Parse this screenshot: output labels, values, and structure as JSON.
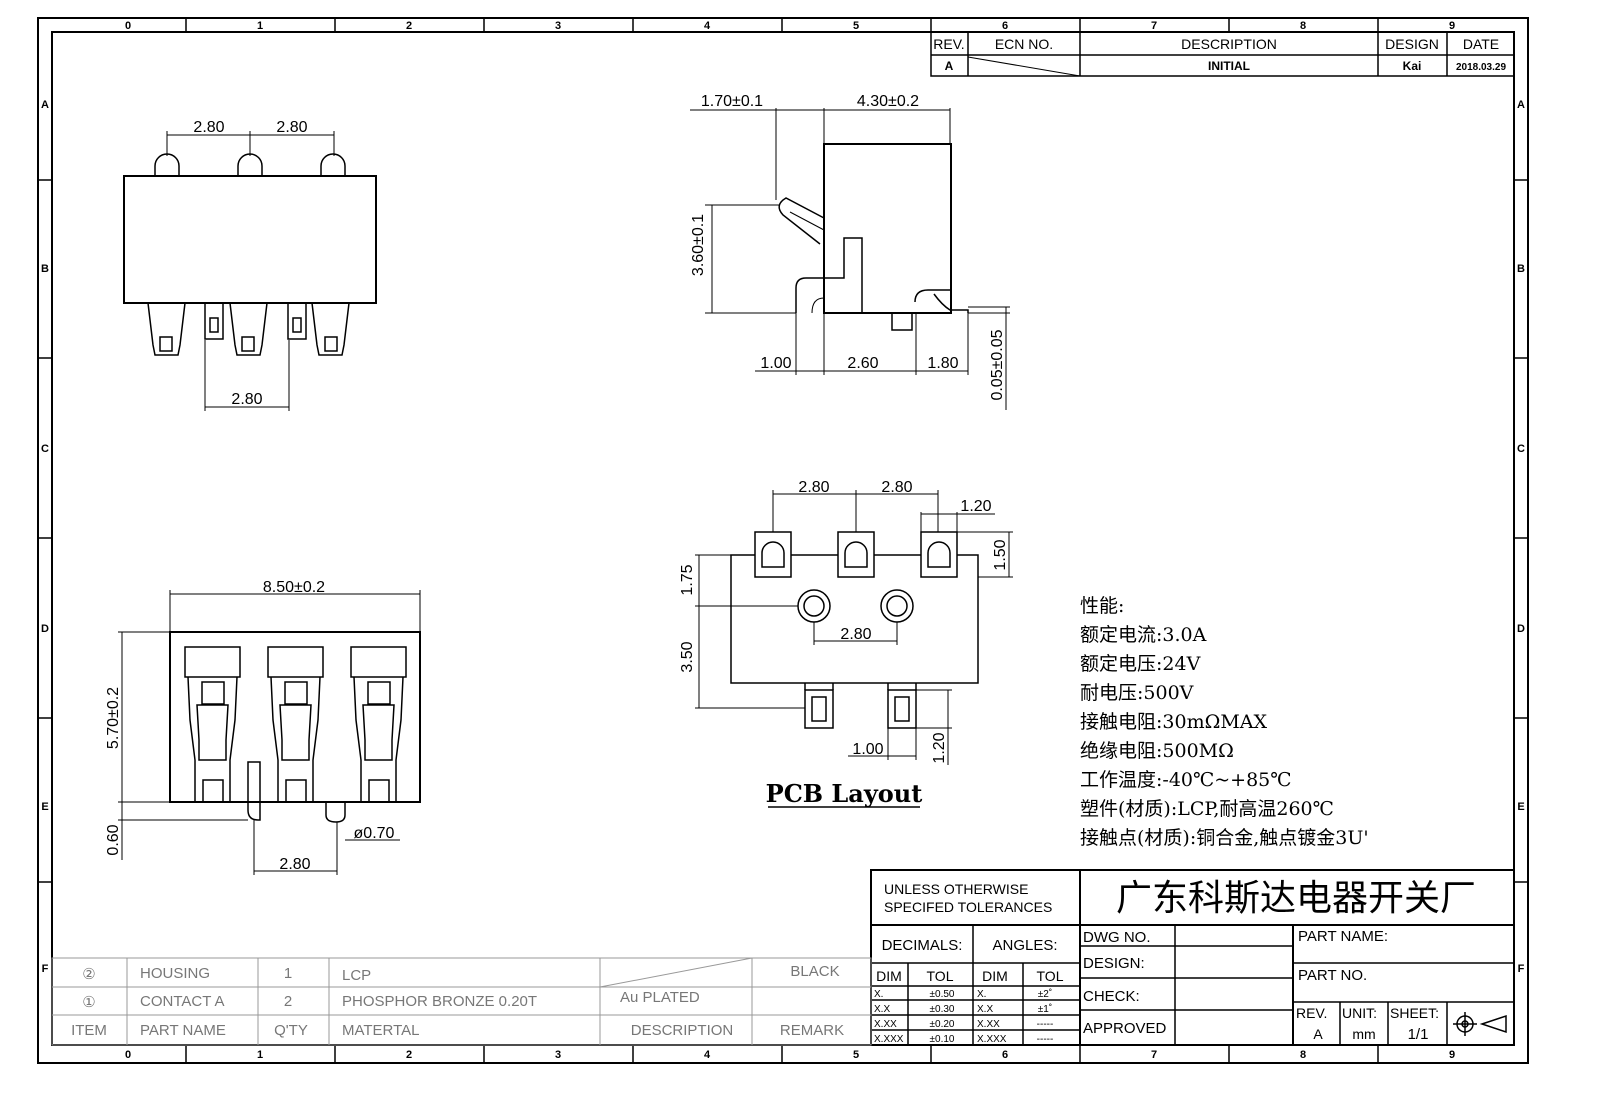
{
  "frame": {
    "columns": [
      "0",
      "1",
      "2",
      "3",
      "4",
      "5",
      "6",
      "7",
      "8",
      "9"
    ],
    "rows": [
      "A",
      "B",
      "C",
      "D",
      "E",
      "F"
    ]
  },
  "revision_block": {
    "headers": [
      "REV.",
      "ECN NO.",
      "DESCRIPTION",
      "DESIGN",
      "DATE"
    ],
    "row": {
      "rev": "A",
      "ecn": "",
      "description": "INITIAL",
      "design": "Kai",
      "date": "2018.03.29"
    }
  },
  "views": {
    "top": {
      "dims": [
        "2.80",
        "2.80",
        "2.80"
      ]
    },
    "side": {
      "dims": [
        "1.70±0.1",
        "4.30±0.2",
        "3.60±0.1",
        "1.00",
        "2.60",
        "1.80",
        "0.05±0.05"
      ]
    },
    "bottom": {
      "dims": [
        "8.50±0.2",
        "5.70±0.2",
        "0.60",
        "ø0.70",
        "2.80"
      ]
    },
    "pcb": {
      "title": "PCB Layout",
      "dims": [
        "2.80",
        "2.80",
        "1.20",
        "1.50",
        "1.75",
        "2.80",
        "3.50",
        "1.00",
        "1.20"
      ]
    }
  },
  "specs": {
    "title": "性能:",
    "lines": [
      "额定电流:3.0A",
      "额定电压:24V",
      "耐电压:500V",
      "接触电阻:30mΩMAX",
      "绝缘电阻:500MΩ",
      "工作温度:-40℃~+85℃",
      "塑件(材质):LCP,耐高温260℃",
      "接触点(材质):铜合金,触点镀金3U'"
    ]
  },
  "title_block": {
    "tolerance_note": [
      "UNLESS OTHERWISE",
      "SPECIFED TOLERANCES"
    ],
    "company": "广东科斯达电器开关厂",
    "decimals_label": "DECIMALS:",
    "angles_label": "ANGLES:",
    "dim_label": "DIM",
    "tol_label": "TOL",
    "decimals": [
      {
        "dim": "X.",
        "tol": "±0.50"
      },
      {
        "dim": "X.X",
        "tol": "±0.30"
      },
      {
        "dim": "X.XX",
        "tol": "±0.20"
      },
      {
        "dim": "X.XXX",
        "tol": "±0.10"
      }
    ],
    "angles": [
      {
        "dim": "X.",
        "tol": "±2˚"
      },
      {
        "dim": "X.X",
        "tol": "±1˚"
      },
      {
        "dim": "X.XX",
        "tol": "-----"
      },
      {
        "dim": "X.XXX",
        "tol": "-----"
      }
    ],
    "dwg_no": "DWG NO.",
    "design": "DESIGN:",
    "check": "CHECK:",
    "approved": "APPROVED",
    "part_name": "PART NAME:",
    "part_no": "PART NO.",
    "rev_label": "REV.",
    "rev_value": "A",
    "unit_label": "UNIT:",
    "unit_value": "mm",
    "sheet_label": "SHEET:",
    "sheet_value": "1/1"
  },
  "bom": {
    "headers": {
      "item": "ITEM",
      "part_name": "PART NAME",
      "qty": "Q'TY",
      "material": "MATERTAL",
      "description": "DESCRIPTION",
      "remark": "REMARK"
    },
    "rows": [
      {
        "item": "②",
        "part_name": "HOUSING",
        "qty": "1",
        "material": "LCP",
        "description": "",
        "remark": "BLACK"
      },
      {
        "item": "①",
        "part_name": "CONTACT A",
        "qty": "2",
        "material": "PHOSPHOR BRONZE 0.20T",
        "description": "Au PLATED",
        "remark": ""
      }
    ]
  }
}
